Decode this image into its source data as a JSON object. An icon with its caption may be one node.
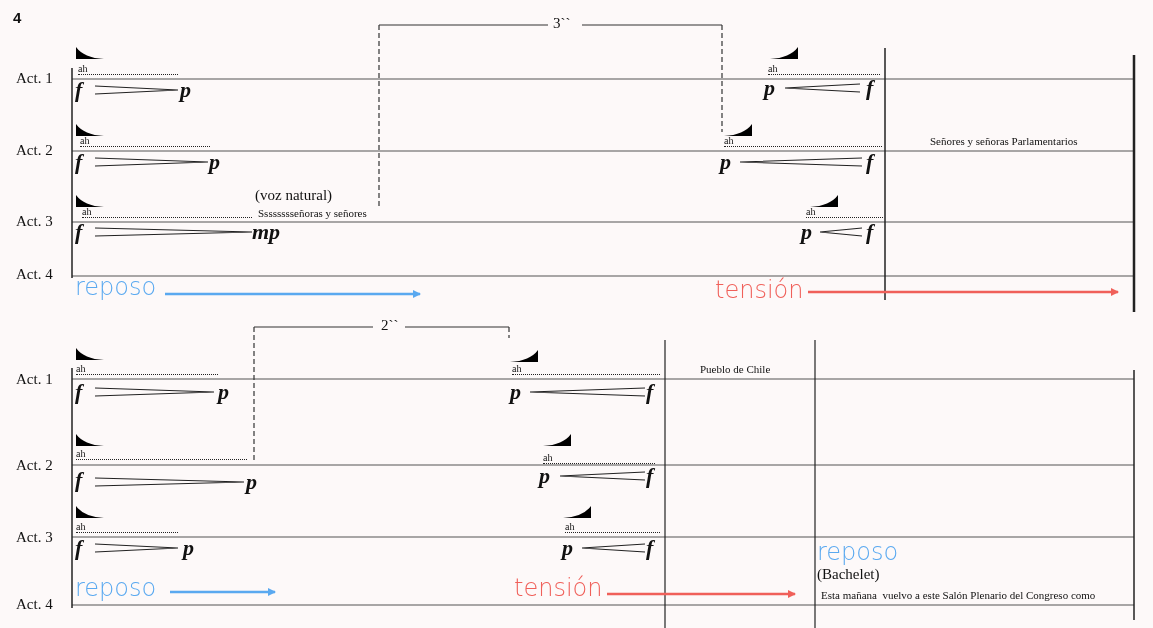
{
  "diagram": {
    "labels": [
      "4",
      "3``",
      "ah",
      "ah",
      "Act. 1",
      "f",
      "p",
      "p",
      "f",
      "ah",
      "ah",
      "Señores y señoras Parlamentarios",
      "Act. 2",
      "f",
      "p",
      "p",
      "f",
      "(voz natural)",
      "ah",
      "Sssssssseñoras y señores",
      "ah",
      "Act. 3",
      "f",
      "mp",
      "p",
      "f",
      "Act. 4",
      "reposo",
      "tensión",
      "2``",
      "ah",
      "ah",
      "Pueblo de Chile",
      "Act. 1",
      "f",
      "p",
      "p",
      "f",
      "ah",
      "ah",
      "Act. 2",
      "f",
      "p",
      "p",
      "f",
      "ah",
      "ah",
      "Act. 3",
      "f",
      "p",
      "p",
      "f",
      "reposo",
      "(Bachelet)",
      "reposo",
      "tensión",
      "Esta mañana  vuelvo a este Salón Plenario del Congreso como",
      "Act. 4"
    ]
  }
}
